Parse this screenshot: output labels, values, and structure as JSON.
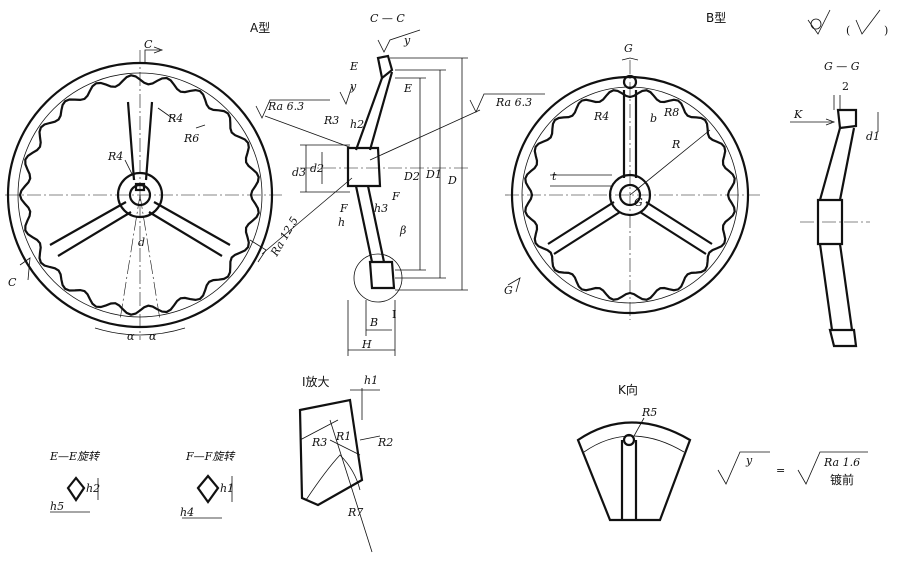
{
  "labels": {
    "type_a": "A型",
    "type_b": "B型",
    "section_cc": "C — C",
    "section_gg": "G — G",
    "view_k": "K向",
    "detail_i": "I放大",
    "section_ee": "E—E旋转",
    "section_ff": "F—F旋转",
    "plating_note": "镀前",
    "roman_one": "I",
    "symbol_paren_left": "(",
    "symbol_paren_right": ")"
  },
  "roughness": {
    "ra_63_a": "Ra 6.3",
    "ra_63_b": "Ra 6.3",
    "ra_125": "Ra 12.5",
    "ra_16": "Ra 1.6",
    "y": "y",
    "equals": "="
  },
  "letters": {
    "C": "C",
    "E": "E",
    "F": "F",
    "G": "G",
    "K": "K",
    "y": "y"
  },
  "dimensions": {
    "R": "R",
    "R1": "R1",
    "R2": "R2",
    "R3": "R3",
    "R4": "R4",
    "R5": "R5",
    "R6": "R6",
    "R7": "R7",
    "R8": "R8",
    "d": "d",
    "d1": "d1",
    "d2": "d2",
    "d3": "d3",
    "D": "D",
    "D1": "D1",
    "D2": "D2",
    "h": "h",
    "h1": "h1",
    "h2": "h2",
    "h3": "h3",
    "h4": "h4",
    "h5": "h5",
    "H": "H",
    "B": "B",
    "b": "b",
    "t": "t",
    "alpha": "α",
    "beta": "β",
    "two": "2"
  }
}
